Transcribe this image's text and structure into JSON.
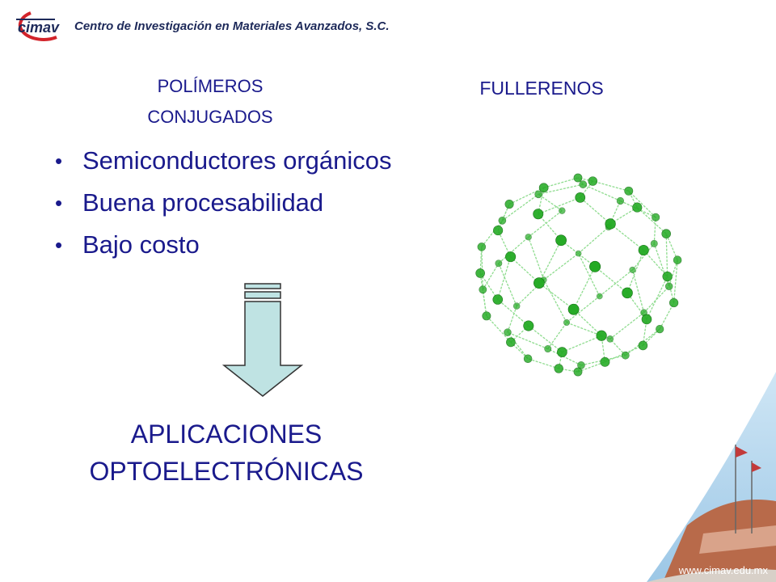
{
  "header": {
    "logo_text": "cimav",
    "org_title": "Centro de Investigación en Materiales Avanzados, S.C."
  },
  "left_column": {
    "title_line1": "POLÍMEROS",
    "title_line2": "CONJUGADOS",
    "bullets": [
      "Semiconductores orgánicos",
      "Buena procesabilidad",
      "Bajo costo"
    ]
  },
  "right_column": {
    "title": "FULLERENOS"
  },
  "result": {
    "line1": "APLICACIONES",
    "line2": "OPTOELECTRÓNICAS"
  },
  "footer": {
    "website": "www.cimav.edu.mx"
  },
  "colors": {
    "text_blue": "#1a1a8c",
    "logo_red": "#d2232a",
    "logo_blue": "#1e2a5a",
    "arrow_fill": "#bfe3e3",
    "molecule_green": "#22aa22"
  }
}
